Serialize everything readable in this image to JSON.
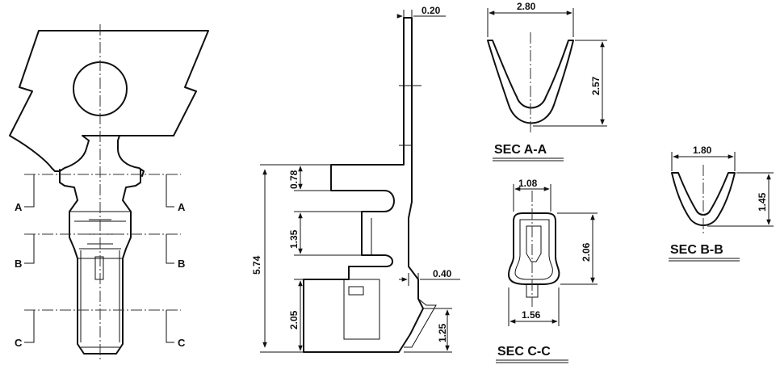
{
  "front_view": {
    "markers": {
      "a": "A",
      "b": "B",
      "c": "C"
    }
  },
  "side_view": {
    "dims": {
      "thickness": "0.20",
      "total_height": "5.74",
      "d078": "0.78",
      "d135": "1.35",
      "d205": "2.05",
      "d040": "0.40",
      "d125": "1.25"
    }
  },
  "sec_aa": {
    "label": "SEC  A-A",
    "width": "2.80",
    "height": "2.57"
  },
  "sec_bb": {
    "label": "SEC  B-B",
    "width": "1.80",
    "height": "1.45"
  },
  "sec_cc": {
    "label": "SEC  C-C",
    "top_width": "1.08",
    "bottom_width": "1.56",
    "height": "2.06"
  }
}
